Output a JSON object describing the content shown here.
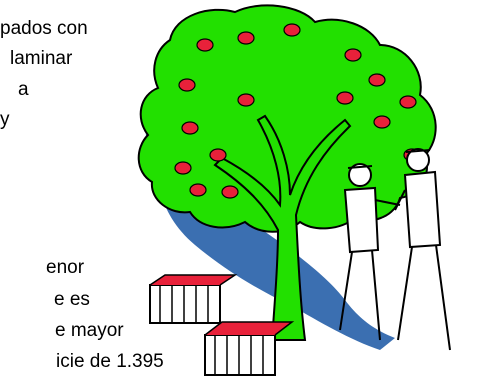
{
  "page": {
    "lines": [
      "pados con",
      "laminar",
      "a",
      "y",
      "enor",
      "e es",
      "e  mayor",
      "icie de 1.395"
    ]
  },
  "illustration": {
    "name": "apple-tree-with-farmers",
    "colors": {
      "foliage": "#22e000",
      "apple": "#e8213a",
      "trunk": "#22e000",
      "shadow": "#3b6fb1",
      "outline": "#000000",
      "crate_fill": "#ffffff",
      "fruit_in_crate": "#e8213a"
    }
  }
}
